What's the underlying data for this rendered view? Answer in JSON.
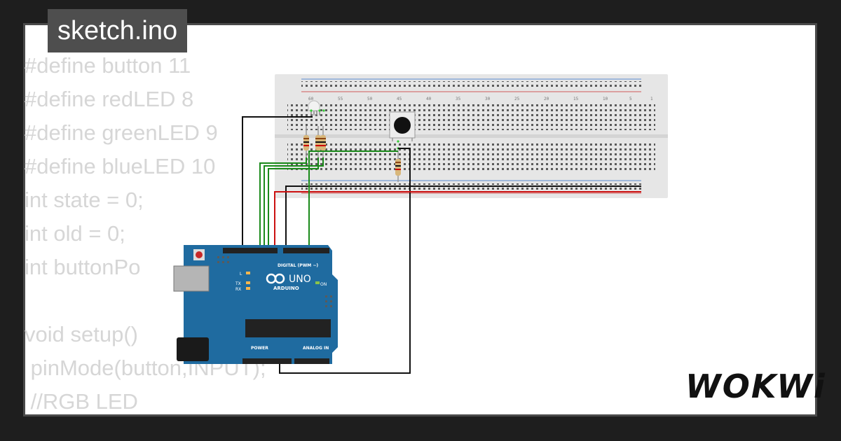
{
  "tab": {
    "title": "sketch.ino"
  },
  "code_lines": [
    "#define button 11",
    "#define redLED 8",
    "#define greenLED 9",
    "#define blueLED 10",
    "int state = 0;",
    "int old = 0;",
    "int buttonPo",
    "",
    "void setup()",
    " pinMode(button,INPUT);",
    " //RGB LED"
  ],
  "board": {
    "model_label": "UNO",
    "brand_label": "ARDUINO",
    "digital_label": "DIGITAL (PWM ~)",
    "power_label": "POWER",
    "analog_label": "ANALOG IN",
    "on_label": "ON",
    "l_label": "L",
    "tx_label": "TX",
    "rx_label": "RX"
  },
  "breadboard": {
    "column_numbers": [
      "60",
      "55",
      "50",
      "45",
      "40",
      "35",
      "30",
      "25",
      "20",
      "15",
      "10",
      "5",
      "1"
    ]
  },
  "brand": {
    "logo_text": "WOKWi"
  },
  "colors": {
    "background": "#1e1e1e",
    "card": "#ffffff",
    "tab": "#4e4e4e",
    "code_text": "#d6d6d6",
    "board": "#1f6ba0",
    "wire_green": "#1a8a1a",
    "wire_black": "#111111",
    "wire_red": "#cc1111"
  }
}
